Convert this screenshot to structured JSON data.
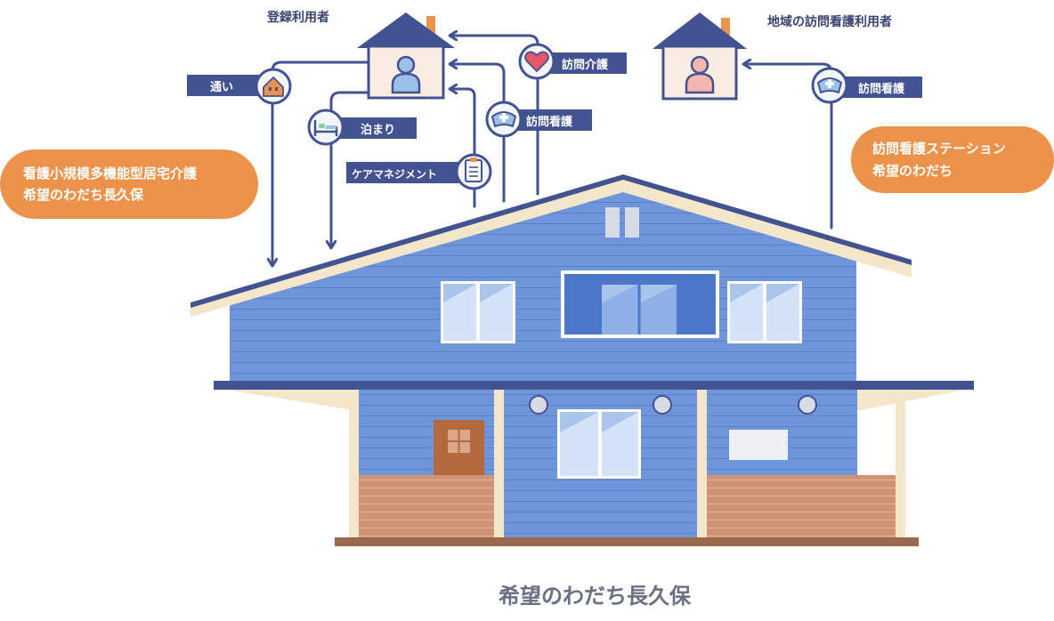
{
  "users": {
    "registered": "登録利用者",
    "regional": "地域の訪問看護利用者"
  },
  "services": {
    "kayoi": "通い",
    "tomari": "泊まり",
    "caremanagement": "ケアマネジメント",
    "houmon_kaigo": "訪問介護",
    "houmon_kango_left": "訪問看護",
    "houmon_kango_right": "訪問看護"
  },
  "facilities": {
    "left_line1": "看護小規模多機能型居宅介護",
    "left_line2": "希望のわだち長久保",
    "right_line1": "訪問看護ステーション",
    "right_line2": "希望のわだち"
  },
  "building_name": "希望のわだち長久保",
  "icons": {
    "house": "house-icon",
    "person": "person-icon",
    "heart": "heart-icon",
    "nurse_cap": "nurse-cap-icon",
    "bed": "bed-icon",
    "clipboard": "clipboard-icon",
    "home": "home-icon"
  },
  "colors": {
    "navy": "#435392",
    "orange": "#ec924a",
    "house_blue": "#6f95da",
    "roof_cream": "#f3e6c9",
    "deck": "#d09474",
    "door": "#b4693c"
  }
}
